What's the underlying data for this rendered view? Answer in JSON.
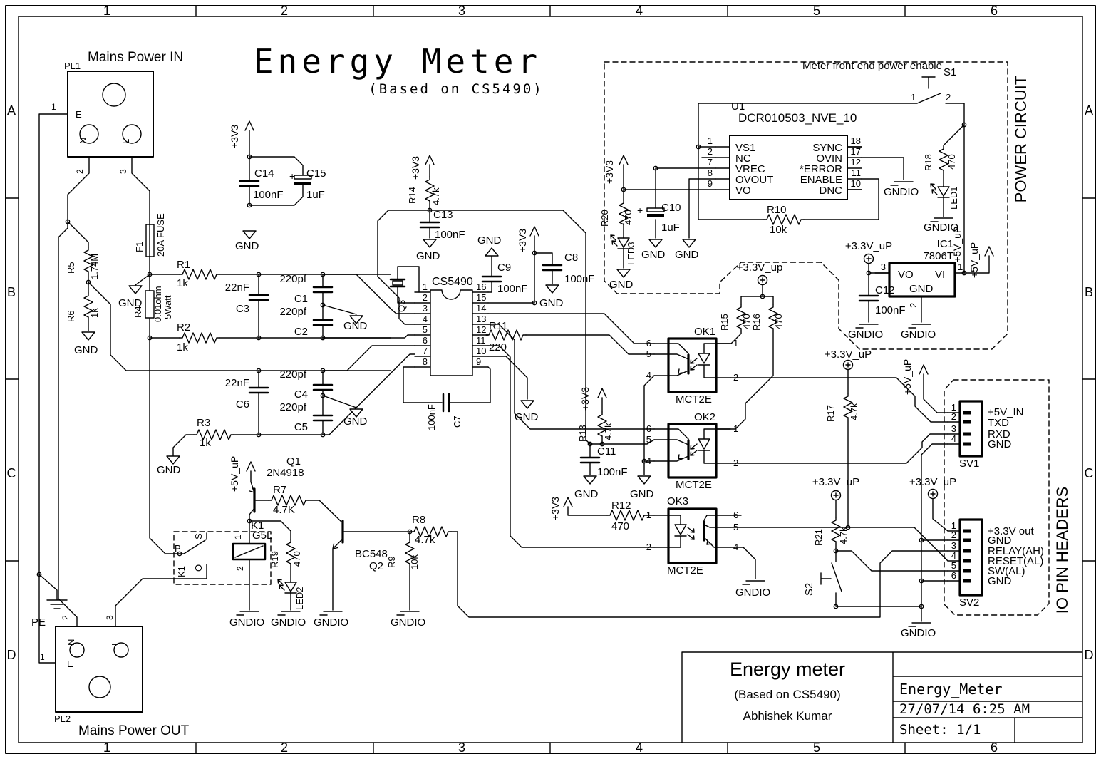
{
  "frame": {
    "cols": [
      "1",
      "2",
      "3",
      "4",
      "5",
      "6"
    ],
    "rows": [
      "A",
      "B",
      "C",
      "D"
    ]
  },
  "title": {
    "main": "Energy Meter",
    "sub": "(Based on CS5490)"
  },
  "title_block": {
    "project": "Energy meter",
    "subtitle": "(Based on CS5490)",
    "author": "Abhishek Kumar",
    "file": "Energy_Meter",
    "date": "27/07/14 6:25 AM",
    "sheet": "Sheet: 1/1"
  },
  "labels": [
    [
      "Mains Power IN",
      123,
      86,
      19,
      0,
      "s"
    ],
    [
      "PL1",
      90,
      97,
      13,
      0,
      "s"
    ],
    [
      "E",
      106,
      165,
      13,
      0,
      "s"
    ],
    [
      "N",
      121,
      202,
      13,
      -90,
      "s"
    ],
    [
      "L",
      181,
      202,
      13,
      -90,
      "s"
    ],
    [
      "1",
      72,
      154,
      12,
      0,
      "s"
    ],
    [
      "2",
      116,
      244,
      12,
      -90,
      "s"
    ],
    [
      "3",
      177,
      244,
      12,
      -90,
      "s"
    ],
    [
      "F1",
      200,
      354,
      13,
      -90,
      "s"
    ],
    [
      "20A FUSE",
      230,
      360,
      13,
      -90,
      "s"
    ],
    [
      "R5",
      104,
      384,
      13,
      -90,
      "s"
    ],
    [
      "1.74M",
      137,
      392,
      13,
      -90,
      "s"
    ],
    [
      "R6",
      104,
      452,
      13,
      -90,
      "s"
    ],
    [
      "1k",
      137,
      446,
      13,
      -90,
      "s"
    ],
    [
      "GND",
      104,
      496,
      15,
      0,
      "s"
    ],
    [
      "GND",
      166,
      430,
      15,
      0,
      "s"
    ],
    [
      "R4",
      198,
      446,
      13,
      -90,
      "s"
    ],
    [
      "0.01ohm",
      226,
      452,
      13,
      -90,
      "s"
    ],
    [
      "5Watt",
      240,
      448,
      13,
      -90,
      "s"
    ],
    [
      "R1",
      248,
      376,
      15,
      0,
      "s"
    ],
    [
      "1k",
      248,
      402,
      15,
      0,
      "s"
    ],
    [
      "R2",
      248,
      464,
      15,
      0,
      "s"
    ],
    [
      "1k",
      248,
      492,
      15,
      0,
      "s"
    ],
    [
      "22nF",
      350,
      408,
      15,
      0,
      "e"
    ],
    [
      "C3",
      350,
      438,
      15,
      0,
      "e"
    ],
    [
      "220pf",
      430,
      396,
      15,
      0,
      "e"
    ],
    [
      "C1",
      432,
      424,
      15,
      0,
      "e"
    ],
    [
      "220pf",
      430,
      442,
      15,
      0,
      "e"
    ],
    [
      "C2",
      432,
      470,
      15,
      0,
      "e"
    ],
    [
      "GND",
      482,
      462,
      15,
      0,
      "s"
    ],
    [
      "R3",
      276,
      598,
      15,
      0,
      "s"
    ],
    [
      "1k",
      280,
      626,
      15,
      0,
      "s"
    ],
    [
      "22nF",
      350,
      542,
      15,
      0,
      "e"
    ],
    [
      "C6",
      350,
      572,
      15,
      0,
      "e"
    ],
    [
      "220pf",
      430,
      530,
      15,
      0,
      "e"
    ],
    [
      "C4",
      432,
      558,
      15,
      0,
      "e"
    ],
    [
      "220pf",
      430,
      576,
      15,
      0,
      "e"
    ],
    [
      "C5",
      432,
      604,
      15,
      0,
      "e"
    ],
    [
      "GND",
      482,
      596,
      15,
      0,
      "s"
    ],
    [
      "GND",
      220,
      664,
      15,
      0,
      "s"
    ],
    [
      "+3V3",
      334,
      208,
      14,
      -90,
      "s"
    ],
    [
      "C14",
      357,
      248,
      15,
      0,
      "s"
    ],
    [
      "100nF",
      355,
      278,
      15,
      0,
      "s"
    ],
    [
      "+",
      406,
      252,
      14,
      0,
      "s"
    ],
    [
      "C15",
      430,
      248,
      15,
      0,
      "s"
    ],
    [
      "1uF",
      430,
      278,
      15,
      0,
      "s"
    ],
    [
      "GND",
      330,
      350,
      15,
      0,
      "s"
    ],
    [
      "+3V3",
      588,
      252,
      14,
      -90,
      "s"
    ],
    [
      "R14",
      583,
      286,
      13,
      -90,
      "s"
    ],
    [
      "4.7k",
      616,
      288,
      13,
      -90,
      "s"
    ],
    [
      "C13",
      608,
      306,
      15,
      0,
      "s"
    ],
    [
      "100nF",
      610,
      334,
      15,
      0,
      "s"
    ],
    [
      "GND",
      584,
      364,
      15,
      0,
      "s"
    ],
    [
      "CS5490",
      606,
      400,
      16,
      0,
      "s"
    ],
    [
      "Q3",
      568,
      438,
      13,
      -90,
      "s"
    ],
    [
      "1",
      600,
      407,
      13,
      0,
      "e"
    ],
    [
      "2",
      600,
      422,
      13,
      0,
      "e"
    ],
    [
      "3",
      600,
      437,
      13,
      0,
      "e"
    ],
    [
      "4",
      600,
      452,
      13,
      0,
      "e"
    ],
    [
      "5",
      600,
      467,
      13,
      0,
      "e"
    ],
    [
      "6",
      600,
      482,
      13,
      0,
      "e"
    ],
    [
      "7",
      600,
      497,
      13,
      0,
      "e"
    ],
    [
      "8",
      600,
      512,
      13,
      0,
      "e"
    ],
    [
      "16",
      668,
      407,
      13,
      0,
      "s"
    ],
    [
      "15",
      668,
      422,
      13,
      0,
      "s"
    ],
    [
      "14",
      668,
      437,
      13,
      0,
      "s"
    ],
    [
      "13",
      668,
      452,
      13,
      0,
      "s"
    ],
    [
      "12",
      668,
      467,
      13,
      0,
      "s"
    ],
    [
      "11",
      668,
      482,
      13,
      0,
      "s"
    ],
    [
      "10",
      668,
      497,
      13,
      0,
      "s"
    ],
    [
      "9",
      668,
      512,
      13,
      0,
      "s"
    ],
    [
      "GND",
      670,
      342,
      15,
      0,
      "s"
    ],
    [
      "C9",
      698,
      380,
      15,
      0,
      "s"
    ],
    [
      "100nF",
      698,
      410,
      15,
      0,
      "s"
    ],
    [
      "+3V3",
      738,
      354,
      14,
      -90,
      "s"
    ],
    [
      "C8",
      792,
      366,
      15,
      0,
      "s"
    ],
    [
      "100nF",
      792,
      396,
      15,
      0,
      "s"
    ],
    [
      "GND",
      757,
      430,
      15,
      0,
      "s"
    ],
    [
      "R11",
      686,
      462,
      15,
      0,
      "s"
    ],
    [
      "220",
      686,
      492,
      15,
      0,
      "s"
    ],
    [
      "100nF",
      610,
      604,
      13,
      -90,
      "s"
    ],
    [
      "C7",
      646,
      600,
      13,
      -90,
      "s"
    ],
    [
      "GND",
      722,
      590,
      15,
      0,
      "s"
    ],
    [
      "Meter front end power enable",
      1126,
      97,
      15,
      0,
      "s"
    ],
    [
      "U1",
      1026,
      154,
      15,
      0,
      "s"
    ],
    [
      "DCR010503_NVE_10",
      1036,
      171,
      17,
      0,
      "s"
    ],
    [
      "VS1",
      1032,
      212,
      15,
      0,
      "s"
    ],
    [
      "NC",
      1032,
      227,
      15,
      0,
      "s"
    ],
    [
      "VREC",
      1032,
      242,
      15,
      0,
      "s"
    ],
    [
      "OVOUT",
      1032,
      257,
      15,
      0,
      "s"
    ],
    [
      "VO",
      1032,
      272,
      15,
      0,
      "s"
    ],
    [
      "SYNC",
      1182,
      212,
      15,
      0,
      "e"
    ],
    [
      "OVIN",
      1182,
      227,
      15,
      0,
      "e"
    ],
    [
      "*ERROR",
      1182,
      242,
      15,
      0,
      "e"
    ],
    [
      "ENABLE",
      1182,
      257,
      15,
      0,
      "e"
    ],
    [
      "DNC",
      1182,
      272,
      15,
      0,
      "e"
    ],
    [
      "1",
      1000,
      202,
      13,
      0,
      "e"
    ],
    [
      "2",
      1000,
      217,
      13,
      0,
      "e"
    ],
    [
      "7",
      1000,
      232,
      13,
      0,
      "e"
    ],
    [
      "8",
      1000,
      247,
      13,
      0,
      "e"
    ],
    [
      "9",
      1000,
      262,
      13,
      0,
      "e"
    ],
    [
      "18",
      1208,
      202,
      13,
      0,
      "e"
    ],
    [
      "17",
      1208,
      217,
      13,
      0,
      "e"
    ],
    [
      "12",
      1208,
      232,
      13,
      0,
      "e"
    ],
    [
      "11",
      1208,
      247,
      13,
      0,
      "e"
    ],
    [
      "10",
      1208,
      262,
      13,
      0,
      "e"
    ],
    [
      "R10",
      1076,
      299,
      15,
      0,
      "s"
    ],
    [
      "10k",
      1080,
      327,
      15,
      0,
      "s"
    ],
    [
      "+3V3",
      860,
      258,
      14,
      -90,
      "s"
    ],
    [
      "R20",
      853,
      318,
      13,
      -90,
      "s"
    ],
    [
      "470",
      886,
      316,
      13,
      -90,
      "s"
    ],
    [
      "LED3",
      890,
      372,
      13,
      -90,
      "s"
    ],
    [
      "GND",
      855,
      404,
      15,
      0,
      "s"
    ],
    [
      "+",
      894,
      300,
      14,
      0,
      "s"
    ],
    [
      "C10",
      928,
      296,
      15,
      0,
      "s"
    ],
    [
      "1uF",
      928,
      324,
      15,
      0,
      "s"
    ],
    [
      "GND",
      900,
      362,
      15,
      0,
      "s"
    ],
    [
      "GND",
      947,
      362,
      15,
      0,
      "s"
    ],
    [
      "S1",
      1324,
      106,
      15,
      0,
      "s"
    ],
    [
      "1",
      1278,
      141,
      13,
      0,
      "s"
    ],
    [
      "2",
      1327,
      141,
      13,
      0,
      "s"
    ],
    [
      "GNDIO",
      1240,
      274,
      15,
      0,
      "s"
    ],
    [
      "R18",
      1307,
      240,
      13,
      -90,
      "s"
    ],
    [
      "470",
      1340,
      238,
      13,
      -90,
      "s"
    ],
    [
      "LED1",
      1343,
      294,
      13,
      -90,
      "s"
    ],
    [
      "GNDIO",
      1296,
      324,
      15,
      0,
      "s"
    ],
    [
      "+5V_uP",
      1348,
      368,
      14,
      -90,
      "s"
    ],
    [
      "IC1",
      1338,
      347,
      15,
      0,
      "e"
    ],
    [
      "7806T",
      1338,
      364,
      15,
      0,
      "e"
    ],
    [
      "VO",
      1260,
      390,
      15,
      0,
      "s"
    ],
    [
      "VI",
      1312,
      390,
      15,
      0,
      "s"
    ],
    [
      "GND",
      1276,
      410,
      15,
      0,
      "s"
    ],
    [
      "3",
      1243,
      379,
      13,
      0,
      "e"
    ],
    [
      "1",
      1344,
      379,
      13,
      0,
      "s"
    ],
    [
      "2",
      1286,
      432,
      13,
      -90,
      "s"
    ],
    [
      "+3.3V_uP",
      1219,
      350,
      15,
      0,
      "m"
    ],
    [
      "C12",
      1228,
      412,
      15,
      0,
      "s"
    ],
    [
      "100nF",
      1228,
      440,
      15,
      0,
      "s"
    ],
    [
      "GNDIO",
      1190,
      474,
      15,
      0,
      "s"
    ],
    [
      "GNDIO",
      1264,
      474,
      15,
      0,
      "s"
    ],
    [
      "+5V_uP",
      1372,
      390,
      14,
      -90,
      "s"
    ],
    [
      "POWER CIRCUIT",
      1440,
      195,
      22,
      -90,
      "m"
    ],
    [
      "+3.3V_up",
      1066,
      380,
      15,
      0,
      "m"
    ],
    [
      "R15",
      1021,
      464,
      13,
      -90,
      "s"
    ],
    [
      "470",
      1052,
      462,
      13,
      -90,
      "s"
    ],
    [
      "R16",
      1066,
      464,
      13,
      -90,
      "s"
    ],
    [
      "470",
      1097,
      462,
      13,
      -90,
      "s"
    ],
    [
      "OK1",
      974,
      470,
      15,
      0,
      "s"
    ],
    [
      "MCT2E",
      948,
      565,
      15,
      0,
      "s"
    ],
    [
      "6",
      914,
      486,
      13,
      0,
      "e"
    ],
    [
      "5",
      914,
      501,
      13,
      0,
      "e"
    ],
    [
      "4",
      914,
      531,
      13,
      0,
      "e"
    ],
    [
      "1",
      1029,
      486,
      13,
      0,
      "s"
    ],
    [
      "2",
      1029,
      534,
      13,
      0,
      "s"
    ],
    [
      "OK2",
      974,
      590,
      15,
      0,
      "s"
    ],
    [
      "MCT2E",
      948,
      685,
      15,
      0,
      "s"
    ],
    [
      "6",
      914,
      606,
      13,
      0,
      "e"
    ],
    [
      "5",
      914,
      621,
      13,
      0,
      "e"
    ],
    [
      "4",
      914,
      651,
      13,
      0,
      "e"
    ],
    [
      "1",
      1029,
      606,
      13,
      0,
      "s"
    ],
    [
      "2",
      1029,
      654,
      13,
      0,
      "s"
    ],
    [
      "OK3",
      936,
      708,
      15,
      0,
      "s"
    ],
    [
      "MCT2E",
      936,
      805,
      15,
      0,
      "s"
    ],
    [
      "1",
      914,
      727,
      13,
      0,
      "e"
    ],
    [
      "2",
      914,
      772,
      13,
      0,
      "e"
    ],
    [
      "6",
      1029,
      727,
      13,
      0,
      "s"
    ],
    [
      "5",
      1029,
      744,
      13,
      0,
      "s"
    ],
    [
      "4",
      1029,
      772,
      13,
      0,
      "s"
    ],
    [
      "+3V3",
      826,
      576,
      14,
      -90,
      "s"
    ],
    [
      "R13",
      822,
      620,
      13,
      -90,
      "s"
    ],
    [
      "4.7k",
      858,
      618,
      13,
      -90,
      "s"
    ],
    [
      "C11",
      838,
      638,
      15,
      0,
      "s"
    ],
    [
      "100nF",
      838,
      667,
      15,
      0,
      "s"
    ],
    [
      "GND",
      806,
      698,
      15,
      0,
      "s"
    ],
    [
      "GND",
      884,
      698,
      15,
      0,
      "s"
    ],
    [
      "+3V3",
      784,
      730,
      14,
      -90,
      "s"
    ],
    [
      "R12",
      858,
      714,
      15,
      0,
      "s"
    ],
    [
      "470",
      858,
      743,
      15,
      0,
      "s"
    ],
    [
      "GNDIO",
      1032,
      836,
      15,
      0,
      "s"
    ],
    [
      "+3.3V_uP",
      1190,
      502,
      15,
      0,
      "m"
    ],
    [
      "R17",
      1170,
      592,
      13,
      -90,
      "s"
    ],
    [
      "4.7k",
      1203,
      590,
      13,
      -90,
      "s"
    ],
    [
      "+5V_uP",
      1278,
      554,
      14,
      -90,
      "s"
    ],
    [
      "+3.3V_uP",
      1173,
      681,
      15,
      0,
      "m"
    ],
    [
      "R21",
      1153,
      766,
      13,
      -90,
      "s"
    ],
    [
      "4.7k",
      1188,
      764,
      13,
      -90,
      "s"
    ],
    [
      "S2",
      1140,
      836,
      15,
      -90,
      "s"
    ],
    [
      "GNDIO",
      1264,
      893,
      15,
      0,
      "s"
    ],
    [
      "IO PIN HEADERS",
      1498,
      772,
      22,
      -90,
      "m"
    ],
    [
      "+3.3V_uP",
      1309,
      681,
      15,
      0,
      "m"
    ],
    [
      "SV1",
      1346,
      655,
      15,
      0,
      "s"
    ],
    [
      "+5V_IN",
      1386,
      583,
      15,
      0,
      "s"
    ],
    [
      "TXD",
      1386,
      598,
      15,
      0,
      "s"
    ],
    [
      "RXD",
      1386,
      614,
      15,
      0,
      "s"
    ],
    [
      "GND",
      1386,
      628,
      15,
      0,
      "s"
    ],
    [
      "1",
      1342,
      576,
      13,
      0,
      "e"
    ],
    [
      "2",
      1342,
      589,
      13,
      0,
      "e"
    ],
    [
      "3",
      1342,
      606,
      13,
      0,
      "e"
    ],
    [
      "4",
      1342,
      620,
      13,
      0,
      "e"
    ],
    [
      "SV2",
      1346,
      850,
      15,
      0,
      "s"
    ],
    [
      "+3.3V out",
      1386,
      750,
      15,
      0,
      "s"
    ],
    [
      "GND",
      1386,
      763,
      15,
      0,
      "s"
    ],
    [
      "RELAY(AH)",
      1386,
      778,
      15,
      0,
      "s"
    ],
    [
      "RESET(AL)",
      1386,
      792,
      15,
      0,
      "s"
    ],
    [
      "SW(AL)",
      1386,
      806,
      15,
      0,
      "s"
    ],
    [
      "GND",
      1386,
      820,
      15,
      0,
      "s"
    ],
    [
      "1",
      1342,
      742,
      13,
      0,
      "e"
    ],
    [
      "2",
      1342,
      755,
      13,
      0,
      "e"
    ],
    [
      "3",
      1342,
      770,
      13,
      0,
      "e"
    ],
    [
      "4",
      1342,
      784,
      13,
      0,
      "e"
    ],
    [
      "5",
      1342,
      798,
      13,
      0,
      "e"
    ],
    [
      "6",
      1342,
      812,
      13,
      0,
      "e"
    ],
    [
      "+5V_uP",
      334,
      690,
      14,
      -90,
      "s"
    ],
    [
      "Q1",
      402,
      652,
      15,
      0,
      "s"
    ],
    [
      "2N4918",
      374,
      668,
      15,
      0,
      "s"
    ],
    [
      "R7",
      383,
      692,
      15,
      0,
      "s"
    ],
    [
      "4.7K",
      383,
      720,
      15,
      0,
      "s"
    ],
    [
      "K1",
      352,
      742,
      15,
      0,
      "s"
    ],
    [
      "G5L",
      354,
      756,
      15,
      0,
      "s"
    ],
    [
      "P",
      245,
      774,
      13,
      0,
      "s"
    ],
    [
      "S",
      283,
      757,
      13,
      -90,
      "s"
    ],
    [
      "O",
      283,
      802,
      13,
      -90,
      "s"
    ],
    [
      "K1",
      259,
      810,
      13,
      -90,
      "s"
    ],
    [
      "1",
      338,
      757,
      12,
      -90,
      "s"
    ],
    [
      "2",
      341,
      801,
      12,
      -90,
      "s"
    ],
    [
      "R19",
      390,
      797,
      13,
      -90,
      "s"
    ],
    [
      "470",
      421,
      795,
      13,
      -90,
      "s"
    ],
    [
      "LED2",
      425,
      856,
      13,
      -90,
      "s"
    ],
    [
      "BC548",
      498,
      782,
      15,
      0,
      "s"
    ],
    [
      "Q2",
      518,
      799,
      15,
      0,
      "s"
    ],
    [
      "R8",
      578,
      734,
      15,
      0,
      "s"
    ],
    [
      "4.7k",
      582,
      762,
      15,
      0,
      "s"
    ],
    [
      "R9",
      554,
      797,
      13,
      -90,
      "s"
    ],
    [
      "10k",
      586,
      799,
      13,
      -90,
      "s"
    ],
    [
      "GNDIO",
      322,
      878,
      15,
      0,
      "s"
    ],
    [
      "GNDIO",
      380,
      878,
      15,
      0,
      "s"
    ],
    [
      "GNDIO",
      440,
      878,
      15,
      0,
      "s"
    ],
    [
      "GNDIO",
      548,
      878,
      15,
      0,
      "s"
    ],
    [
      "PE",
      44,
      878,
      15,
      0,
      "s"
    ],
    [
      "PL2",
      76,
      1013,
      13,
      0,
      "s"
    ],
    [
      "Mains Power OUT",
      110,
      1031,
      19,
      0,
      "s"
    ],
    [
      "E",
      94,
      936,
      13,
      0,
      "s"
    ],
    [
      "N",
      104,
      906,
      13,
      -90,
      "s"
    ],
    [
      "L",
      166,
      906,
      13,
      -90,
      "s"
    ],
    [
      "1",
      56,
      926,
      12,
      0,
      "s"
    ],
    [
      "2",
      96,
      870,
      12,
      -90,
      "s"
    ],
    [
      "3",
      158,
      870,
      12,
      -90,
      "s"
    ]
  ]
}
